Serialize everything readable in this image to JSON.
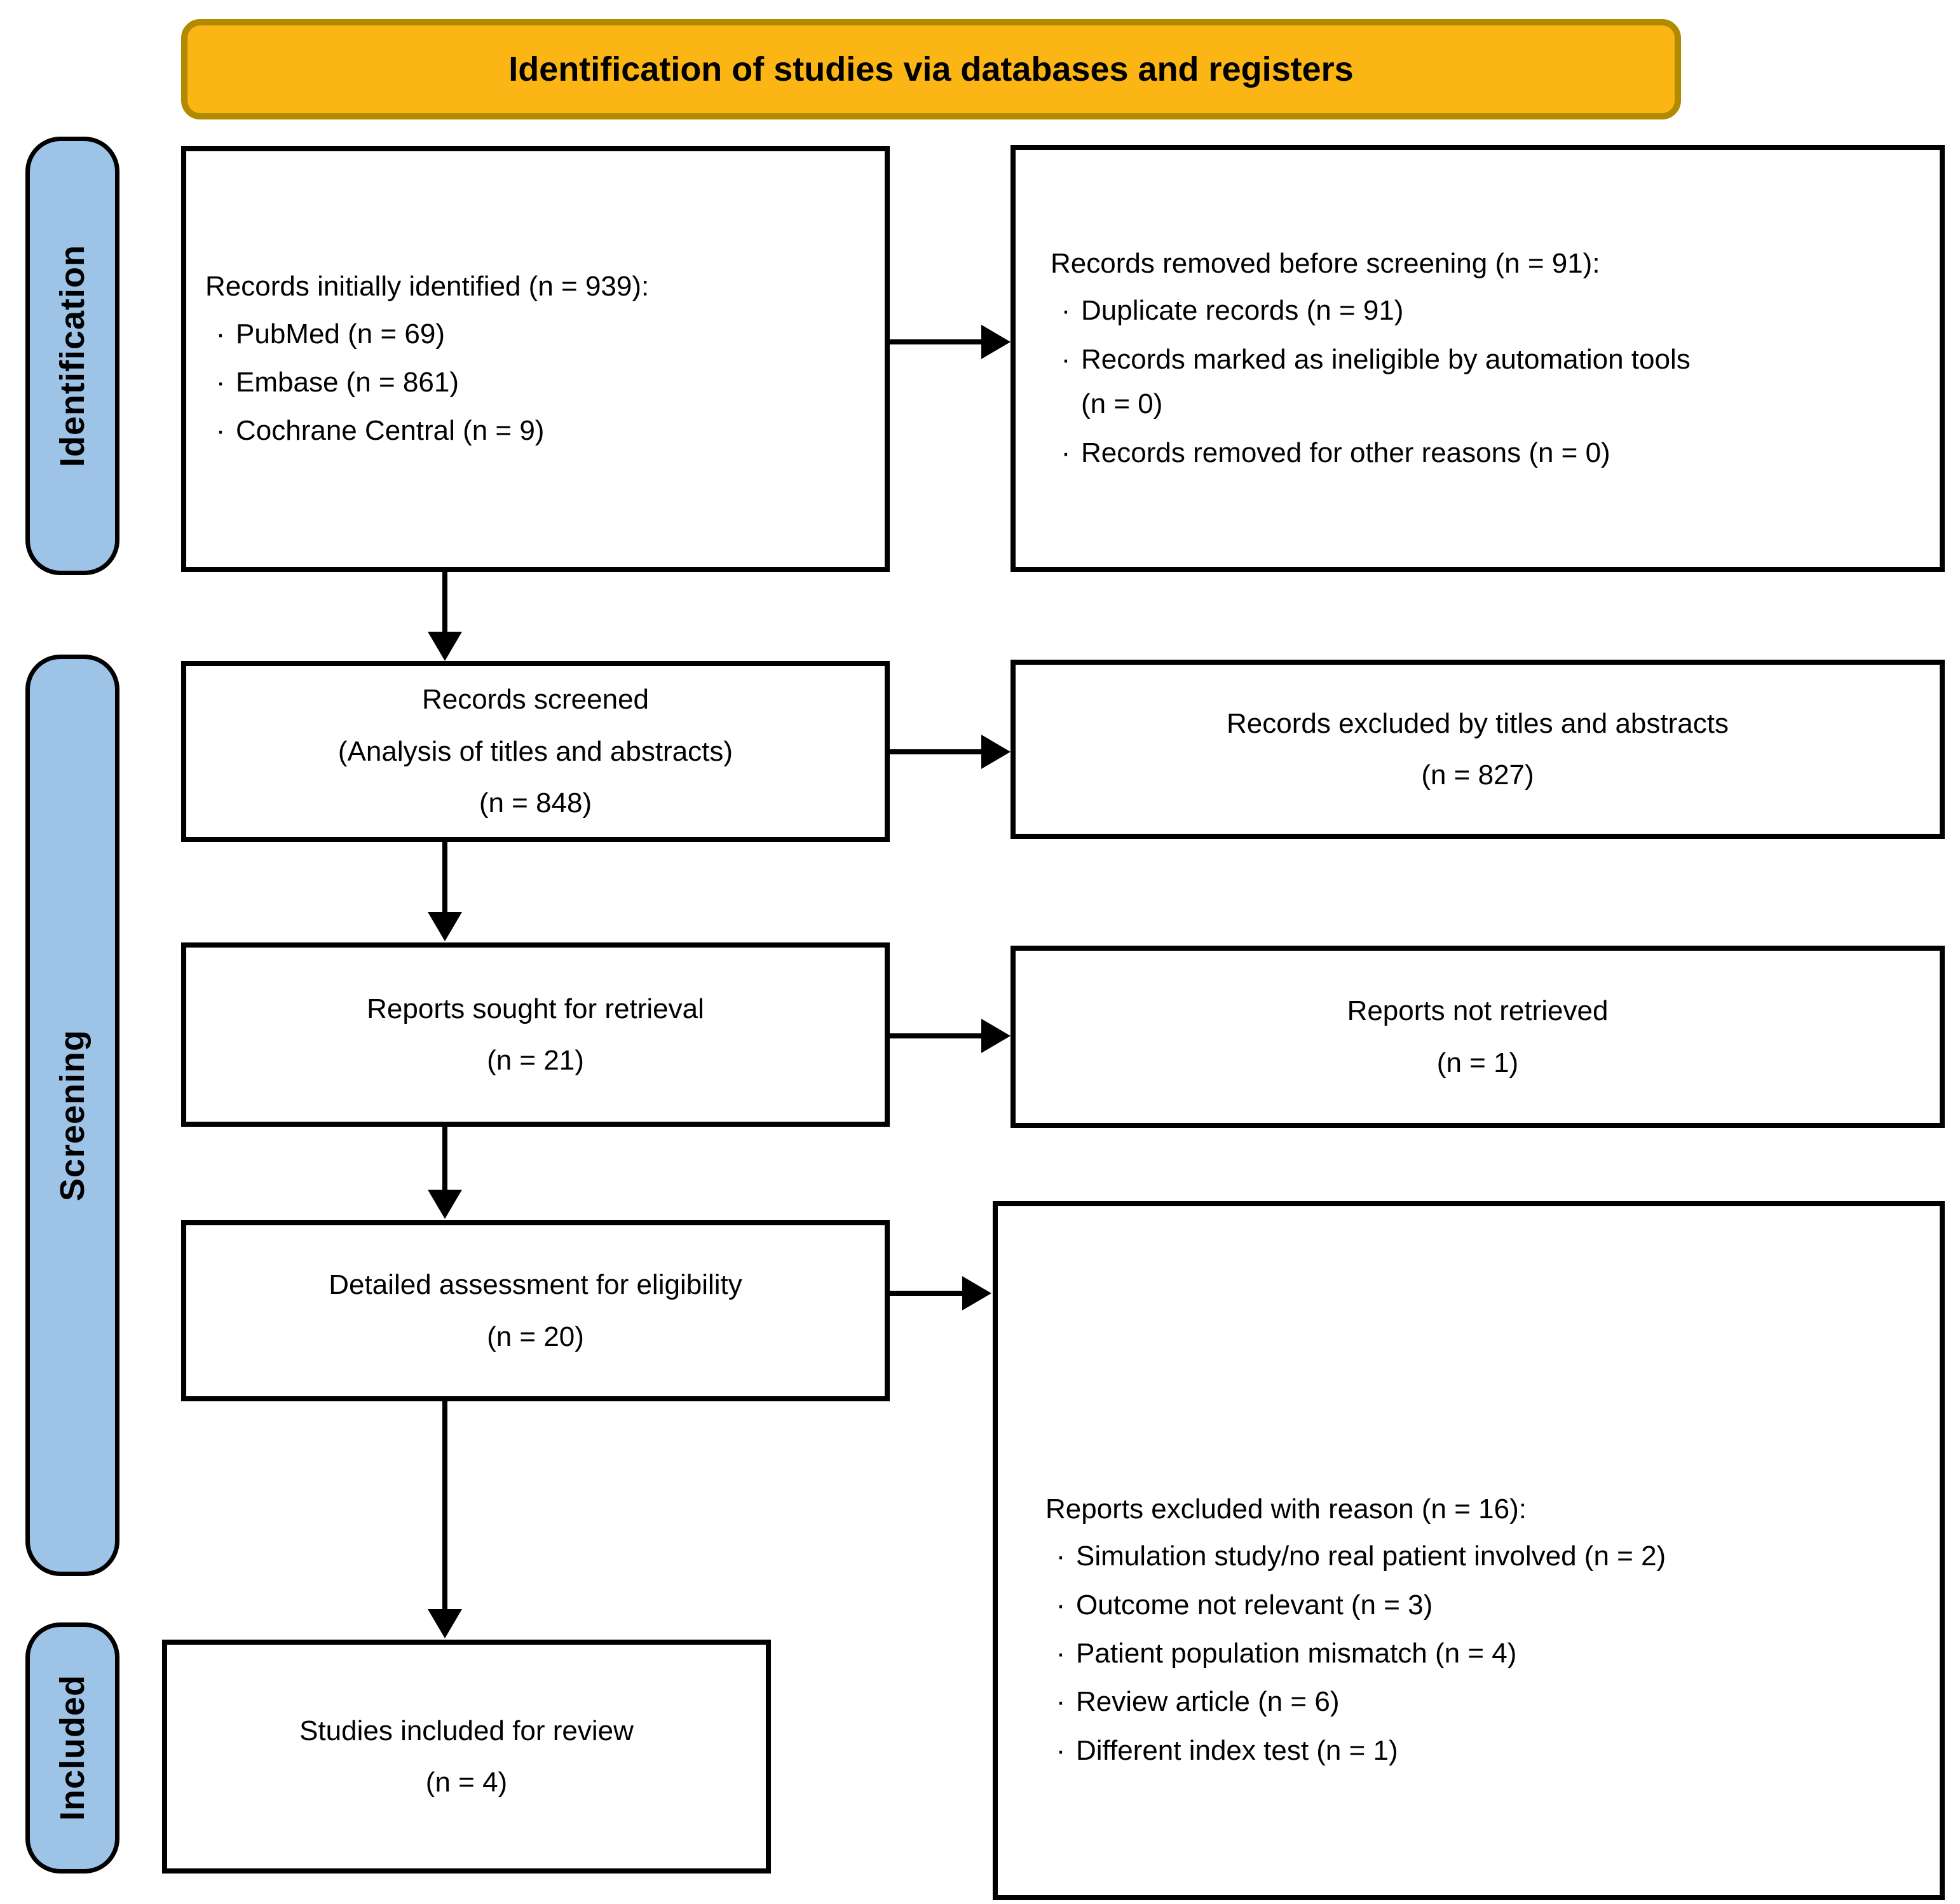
{
  "banner": {
    "label": "Identification of studies via databases and registers"
  },
  "glyphs": {
    "bullet": "·"
  },
  "sidebar": {
    "identification": "Identification",
    "screening": "Screening",
    "included": "Included"
  },
  "boxes": {
    "identified": {
      "title": "Records initially identified (n = 939):",
      "bullets": [
        "PubMed (n = 69)",
        "Embase (n = 861)",
        "Cochrane Central (n = 9)"
      ]
    },
    "removed": {
      "title": "Records removed before screening (n = 91):",
      "bullets": [
        "Duplicate records (n = 91)",
        "Records marked as ineligible by automation tools (n = 0)",
        "Records removed for other reasons (n = 0)"
      ]
    },
    "screened": {
      "lines": [
        "Records screened",
        "(Analysis of titles and abstracts)",
        "(n = 848)"
      ]
    },
    "excluded_titles": {
      "lines": [
        "Records excluded by titles and abstracts",
        "(n = 827)"
      ]
    },
    "sought": {
      "lines": [
        "Reports sought for retrieval",
        "(n = 21)"
      ]
    },
    "not_retrieved": {
      "lines": [
        "Reports not retrieved",
        "(n = 1)"
      ]
    },
    "assessed": {
      "lines": [
        "Detailed assessment for eligibility",
        "(n = 20)"
      ]
    },
    "excluded_reason": {
      "title": "Reports excluded with reason (n = 16):",
      "bullets": [
        "Simulation study/no real patient involved (n = 2)",
        "Outcome not relevant (n = 3)",
        "Patient population mismatch (n = 4)",
        "Review article (n = 6)",
        "Different index test (n = 1)"
      ]
    },
    "included": {
      "lines": [
        "Studies included for review",
        "(n = 4)"
      ]
    }
  },
  "colors": {
    "banner_fill": "#FBB515",
    "banner_border": "#B18A00",
    "stage_fill": "#9DC3E6",
    "stage_border": "#000000",
    "box_border": "#000000",
    "arrow": "#000000"
  }
}
